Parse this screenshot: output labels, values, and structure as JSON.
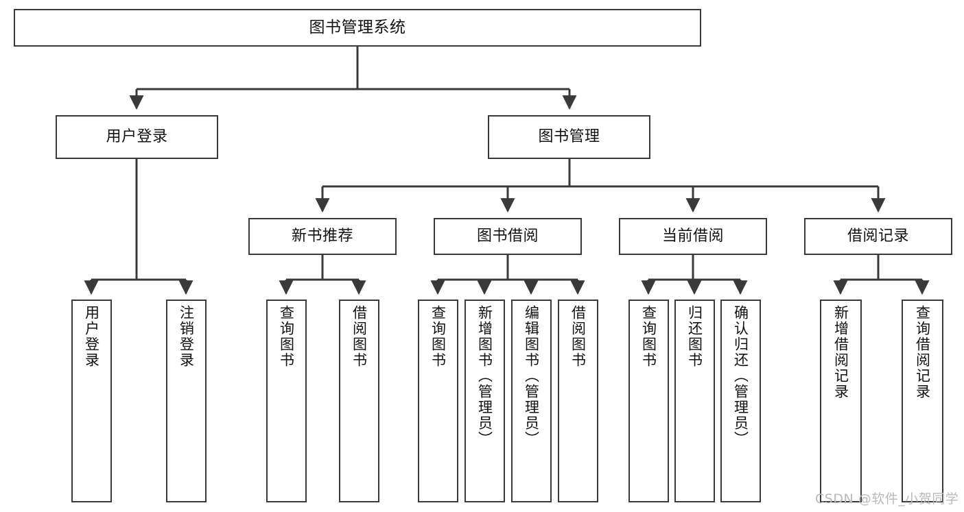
{
  "diagram": {
    "type": "tree-hierarchy-chart",
    "title": "图书管理系统",
    "watermark": "CSDN @软件_小贺同学",
    "colors": {
      "box_border": "#3a3a3a",
      "box_fill": "#ffffff",
      "connector": "#3a3a3a",
      "text": "#111111",
      "watermark": "#b9b9b9",
      "background": "#ffffff"
    },
    "nodes": {
      "root": {
        "label": "图书管理系统",
        "level": 1
      },
      "level2": [
        {
          "id": "user-login",
          "label": "用户登录"
        },
        {
          "id": "book-management",
          "label": "图书管理"
        }
      ],
      "level3": [
        {
          "id": "new-book-recommend",
          "label": "新书推荐"
        },
        {
          "id": "book-borrow",
          "label": "图书借阅"
        },
        {
          "id": "current-borrow",
          "label": "当前借阅"
        },
        {
          "id": "borrow-record",
          "label": "借阅记录"
        }
      ],
      "leaves": {
        "user-login": [
          {
            "id": "leaf-user-login",
            "label": "用户登录"
          },
          {
            "id": "leaf-logout-login",
            "label": "注销登录"
          }
        ],
        "new-book-recommend": [
          {
            "id": "leaf-query-book-1",
            "label": "查询图书"
          },
          {
            "id": "leaf-borrow-book-1",
            "label": "借阅图书"
          }
        ],
        "book-borrow": [
          {
            "id": "leaf-query-book-2",
            "label": "查询图书"
          },
          {
            "id": "leaf-add-book",
            "label": "新增图书（管理员）"
          },
          {
            "id": "leaf-edit-book",
            "label": "编辑图书（管理员）"
          },
          {
            "id": "leaf-borrow-book-2",
            "label": "借阅图书"
          }
        ],
        "current-borrow": [
          {
            "id": "leaf-query-book-3",
            "label": "查询图书"
          },
          {
            "id": "leaf-return-book",
            "label": "归还图书"
          },
          {
            "id": "leaf-confirm-return",
            "label": "确认归还（管理员）"
          }
        ],
        "borrow-record": [
          {
            "id": "leaf-add-borrow-record",
            "label": "新增借阅记录"
          },
          {
            "id": "leaf-query-borrow-record",
            "label": "查询借阅记录"
          }
        ]
      }
    }
  }
}
